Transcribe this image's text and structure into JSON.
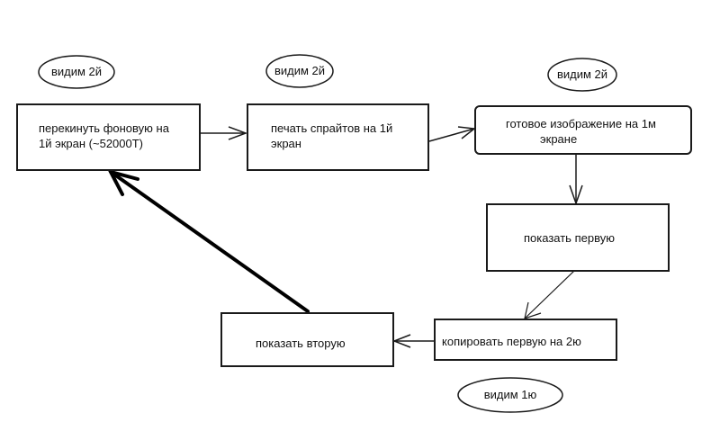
{
  "diagram": {
    "nodes": [
      {
        "id": "n1",
        "label": "перекинуть фоновую на 1й экран (~52000Т)",
        "line1": "перекинуть фоновую на",
        "line2": "1й экран (~52000Т)"
      },
      {
        "id": "n2",
        "label": "печать спрайтов на 1й экран",
        "line1": "печать спрайтов на 1й",
        "line2": "экран"
      },
      {
        "id": "n3",
        "label": "готовое изображение на 1м экране",
        "line1": "готовое изображение на 1м",
        "line2": "экране"
      },
      {
        "id": "n4",
        "label": "показать первую"
      },
      {
        "id": "n5",
        "label": "копировать первую на 2ю"
      },
      {
        "id": "n6",
        "label": "показать вторую"
      }
    ],
    "annotations": [
      {
        "id": "a1",
        "label": "видим 2й",
        "attached_to": "n1"
      },
      {
        "id": "a2",
        "label": "видим 2й",
        "attached_to": "n2"
      },
      {
        "id": "a3",
        "label": "видим 2й",
        "attached_to": "n3"
      },
      {
        "id": "a4",
        "label": "видим 1ю",
        "attached_to": "n5"
      }
    ],
    "edges": [
      {
        "from": "n1",
        "to": "n2"
      },
      {
        "from": "n2",
        "to": "n3"
      },
      {
        "from": "n3",
        "to": "n4"
      },
      {
        "from": "n4",
        "to": "n5"
      },
      {
        "from": "n5",
        "to": "n6"
      },
      {
        "from": "n6",
        "to": "n1",
        "style": "bold"
      }
    ]
  }
}
